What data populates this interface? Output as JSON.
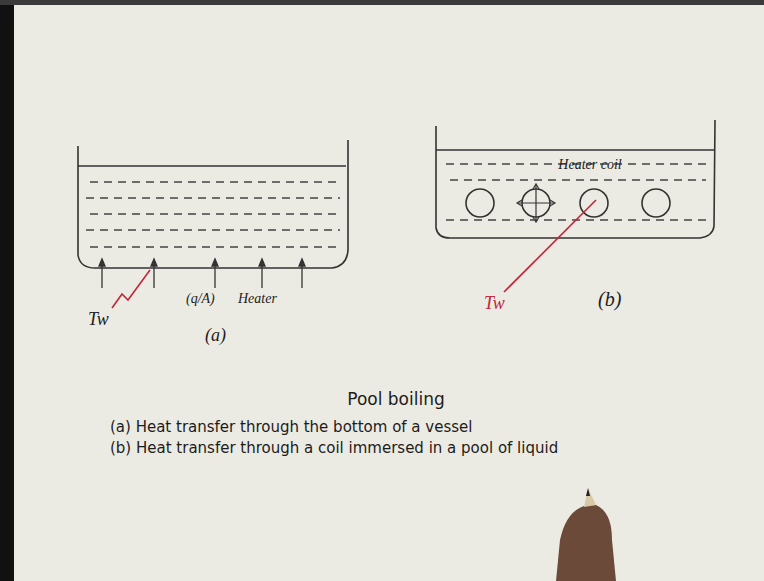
{
  "diagram": {
    "title": "Pool boiling",
    "labels": [
      "Tw",
      "(q/A)",
      "Heater",
      "(a)",
      "Heater coil",
      "Tw",
      "(b)",
      "(a) Heat transfer through the bottom of a vessel",
      "(b) Heat transfer through a coil immersed in a pool of liquid"
    ]
  }
}
